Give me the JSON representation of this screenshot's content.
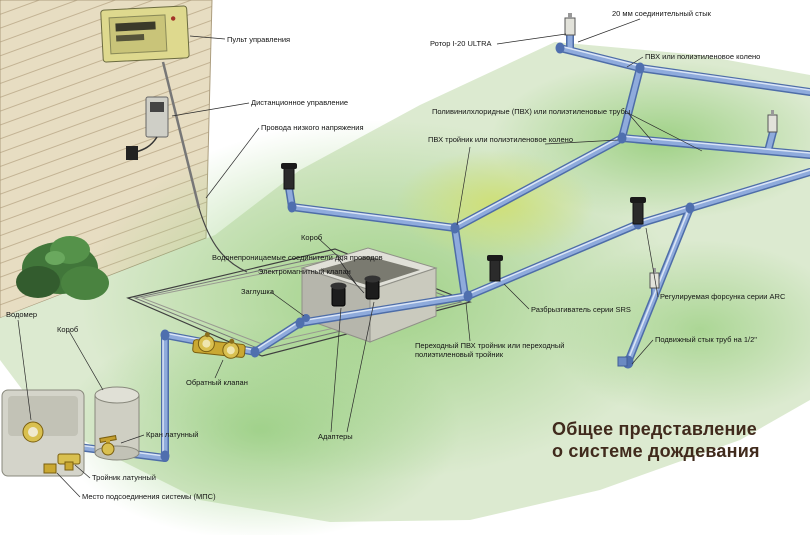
{
  "title": {
    "line1": "Общее представление",
    "line2": "о системе дождевания"
  },
  "labels": {
    "pult": "Пульт управления",
    "distance": "Дистанционное управление",
    "provoda": "Провода низкого напряжения",
    "rotor": "Ротор I-20 ULTRA",
    "stik20": "20 мм соединительный стык",
    "koleno_top": "ПВХ или полиэтиленовое колено",
    "truby": "Поливинилхлоридные (ПВХ) или полиэтиленовые трубы",
    "troinik_pvh": "ПВХ тройник или полиэтиленовое колено",
    "korob_mid": "Короб",
    "soediniteli": "Водонепроницаемые соединители для проводов",
    "em_klapan": "Электромагнитный клапан",
    "zaglushka": "Заглушка",
    "vodomer": "Водомер",
    "korob_left": "Короб",
    "obratny": "Обратный клапан",
    "kran": "Кран латунный",
    "troinik_lat": "Тройник латунный",
    "mps": "Место подсоединения системы (МПС)",
    "adaptery": "Адаптеры",
    "perehod": "Переходный ПВХ тройник или переходный полиэтиленовый тройник",
    "srs": "Разбрызгиватель серии SRS",
    "arc": "Регулируемая форсунка серии ARC",
    "podvizhny": "Подвижный стык труб на 1/2\""
  },
  "colors": {
    "pipe_blue": "#4e6da8",
    "lawn_green": "#9fd186",
    "brass_yellow": "#d9c050",
    "title_brown": "#402a1c"
  }
}
